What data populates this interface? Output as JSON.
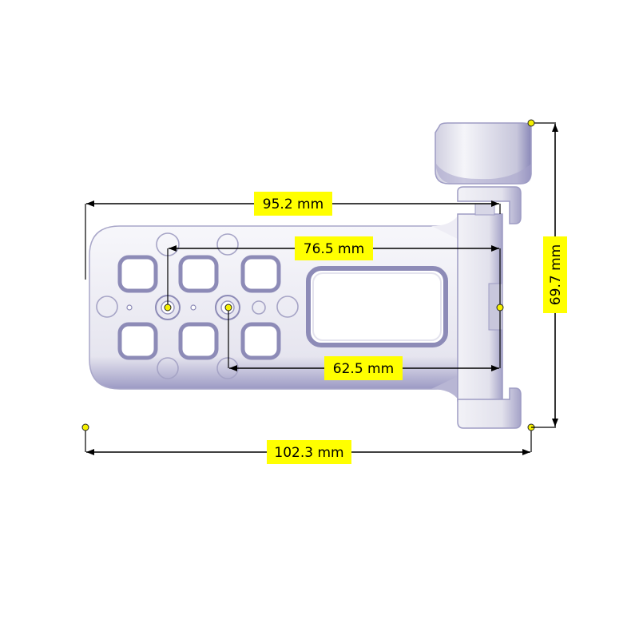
{
  "colors": {
    "label_background": "#ffff00",
    "label_text": "#000000",
    "part_fill": "#ecebf4",
    "part_shadow": "#8f8db8",
    "dimension_line": "#000000",
    "endpoint_dot": "#f5f000"
  },
  "dimensions": {
    "overall_width": "102.3 mm",
    "plate_width": "95.2 mm",
    "outer_holes_spacing": "76.5 mm",
    "inner_holes_spacing": "62.5 mm",
    "overall_height": "69.7 mm"
  }
}
